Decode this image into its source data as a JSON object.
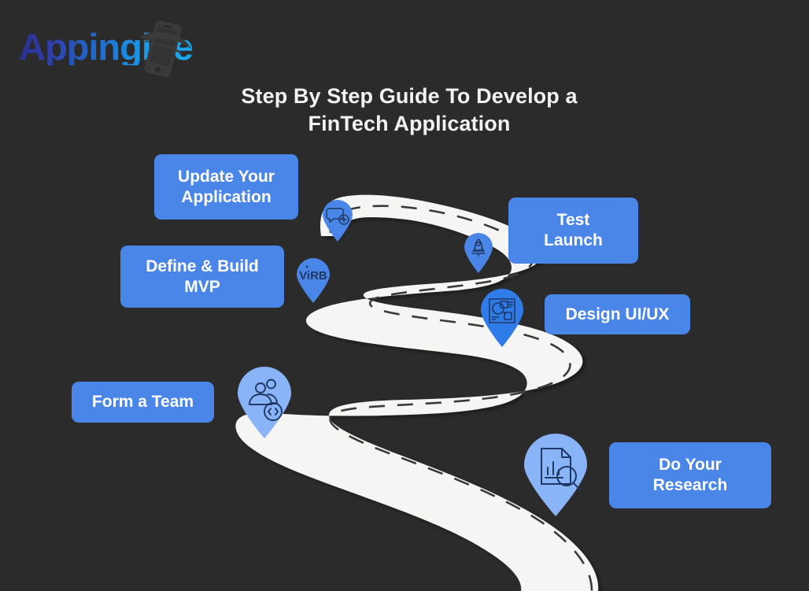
{
  "brand": {
    "name": "Appingine",
    "logo_icon": "smartphone-icon",
    "gradient_from": "#2b2f8f",
    "gradient_to": "#17a9ef"
  },
  "page": {
    "background_color": "#2b2b2b",
    "title_line1": "Step By Step Guide To Develop a",
    "title_line2": "FinTech Application",
    "title_color": "#f2f2f2"
  },
  "colors": {
    "label_blue": "#4a86e8",
    "pin_blue": "#4a86e8",
    "pin_light_blue": "#8ab4f8",
    "pin_stroke": "#1f3864",
    "road_fill": "#f5f5f3",
    "road_dash": "#3a3a3a"
  },
  "roadmap": {
    "title": "Step By Step Guide To Develop a FinTech Application",
    "steps": [
      {
        "order": 1,
        "label": "Do Your Research",
        "label_lines": [
          "Do Your",
          "Research"
        ],
        "icon": "document-chart-search-icon",
        "pin_color": "#8ab4f8",
        "side": "right"
      },
      {
        "order": 2,
        "label": "Form a Team",
        "label_lines": [
          "Form a Team"
        ],
        "icon": "team-code-icon",
        "pin_color": "#8ab4f8",
        "side": "left"
      },
      {
        "order": 3,
        "label": "Design UI/UX",
        "label_lines": [
          "Design UI/UX"
        ],
        "icon": "wireframe-icon",
        "pin_color": "#4a86e8",
        "side": "right"
      },
      {
        "order": 4,
        "label": "Define & Build MVP",
        "label_lines": [
          "Define & Build",
          "MVP"
        ],
        "icon": "virb-mvp-icon",
        "icon_text": "ViRB",
        "pin_color": "#4a86e8",
        "side": "left"
      },
      {
        "order": 5,
        "label": "Test Launch",
        "label_lines": [
          "Test",
          "Launch"
        ],
        "icon": "rocket-launch-icon",
        "pin_color": "#4a86e8",
        "side": "right"
      },
      {
        "order": 6,
        "label": "Update Your Application",
        "label_lines": [
          "Update Your",
          "Application"
        ],
        "icon": "chat-bubble-plus-icon",
        "pin_color": "#4a86e8",
        "side": "left"
      }
    ]
  }
}
